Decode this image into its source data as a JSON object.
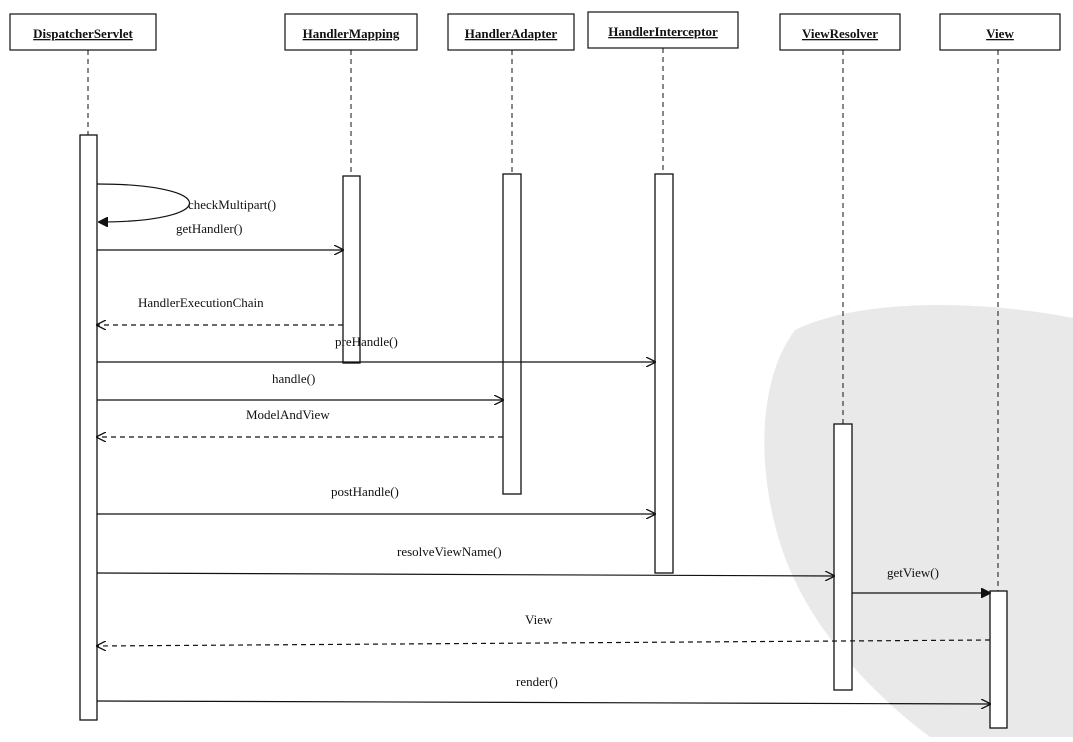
{
  "participants": [
    {
      "id": "dispatcher",
      "label": "DispatcherServlet"
    },
    {
      "id": "mapping",
      "label": "HandlerMapping"
    },
    {
      "id": "adapter",
      "label": "HandlerAdapter"
    },
    {
      "id": "interceptor",
      "label": "HandlerInterceptor"
    },
    {
      "id": "resolver",
      "label": "ViewResolver"
    },
    {
      "id": "view",
      "label": "View"
    }
  ],
  "messages": [
    {
      "id": "checkMultipart",
      "label": "checkMultipart()",
      "from": "dispatcher",
      "to": "dispatcher",
      "kind": "self"
    },
    {
      "id": "getHandler",
      "label": "getHandler()",
      "from": "dispatcher",
      "to": "mapping",
      "kind": "call"
    },
    {
      "id": "chain",
      "label": "HandlerExecutionChain",
      "from": "mapping",
      "to": "dispatcher",
      "kind": "return"
    },
    {
      "id": "preHandle",
      "label": "preHandle()",
      "from": "dispatcher",
      "to": "interceptor",
      "kind": "call"
    },
    {
      "id": "handle",
      "label": "handle()",
      "from": "dispatcher",
      "to": "adapter",
      "kind": "call"
    },
    {
      "id": "mav",
      "label": "ModelAndView",
      "from": "adapter",
      "to": "dispatcher",
      "kind": "return"
    },
    {
      "id": "postHandle",
      "label": "postHandle()",
      "from": "dispatcher",
      "to": "interceptor",
      "kind": "call"
    },
    {
      "id": "resolveViewName",
      "label": "resolveViewName()",
      "from": "dispatcher",
      "to": "resolver",
      "kind": "call"
    },
    {
      "id": "getView",
      "label": "getView()",
      "from": "resolver",
      "to": "view",
      "kind": "call"
    },
    {
      "id": "viewReturn",
      "label": "View",
      "from": "view",
      "to": "dispatcher",
      "kind": "return"
    },
    {
      "id": "render",
      "label": "render()",
      "from": "dispatcher",
      "to": "view",
      "kind": "call"
    }
  ]
}
